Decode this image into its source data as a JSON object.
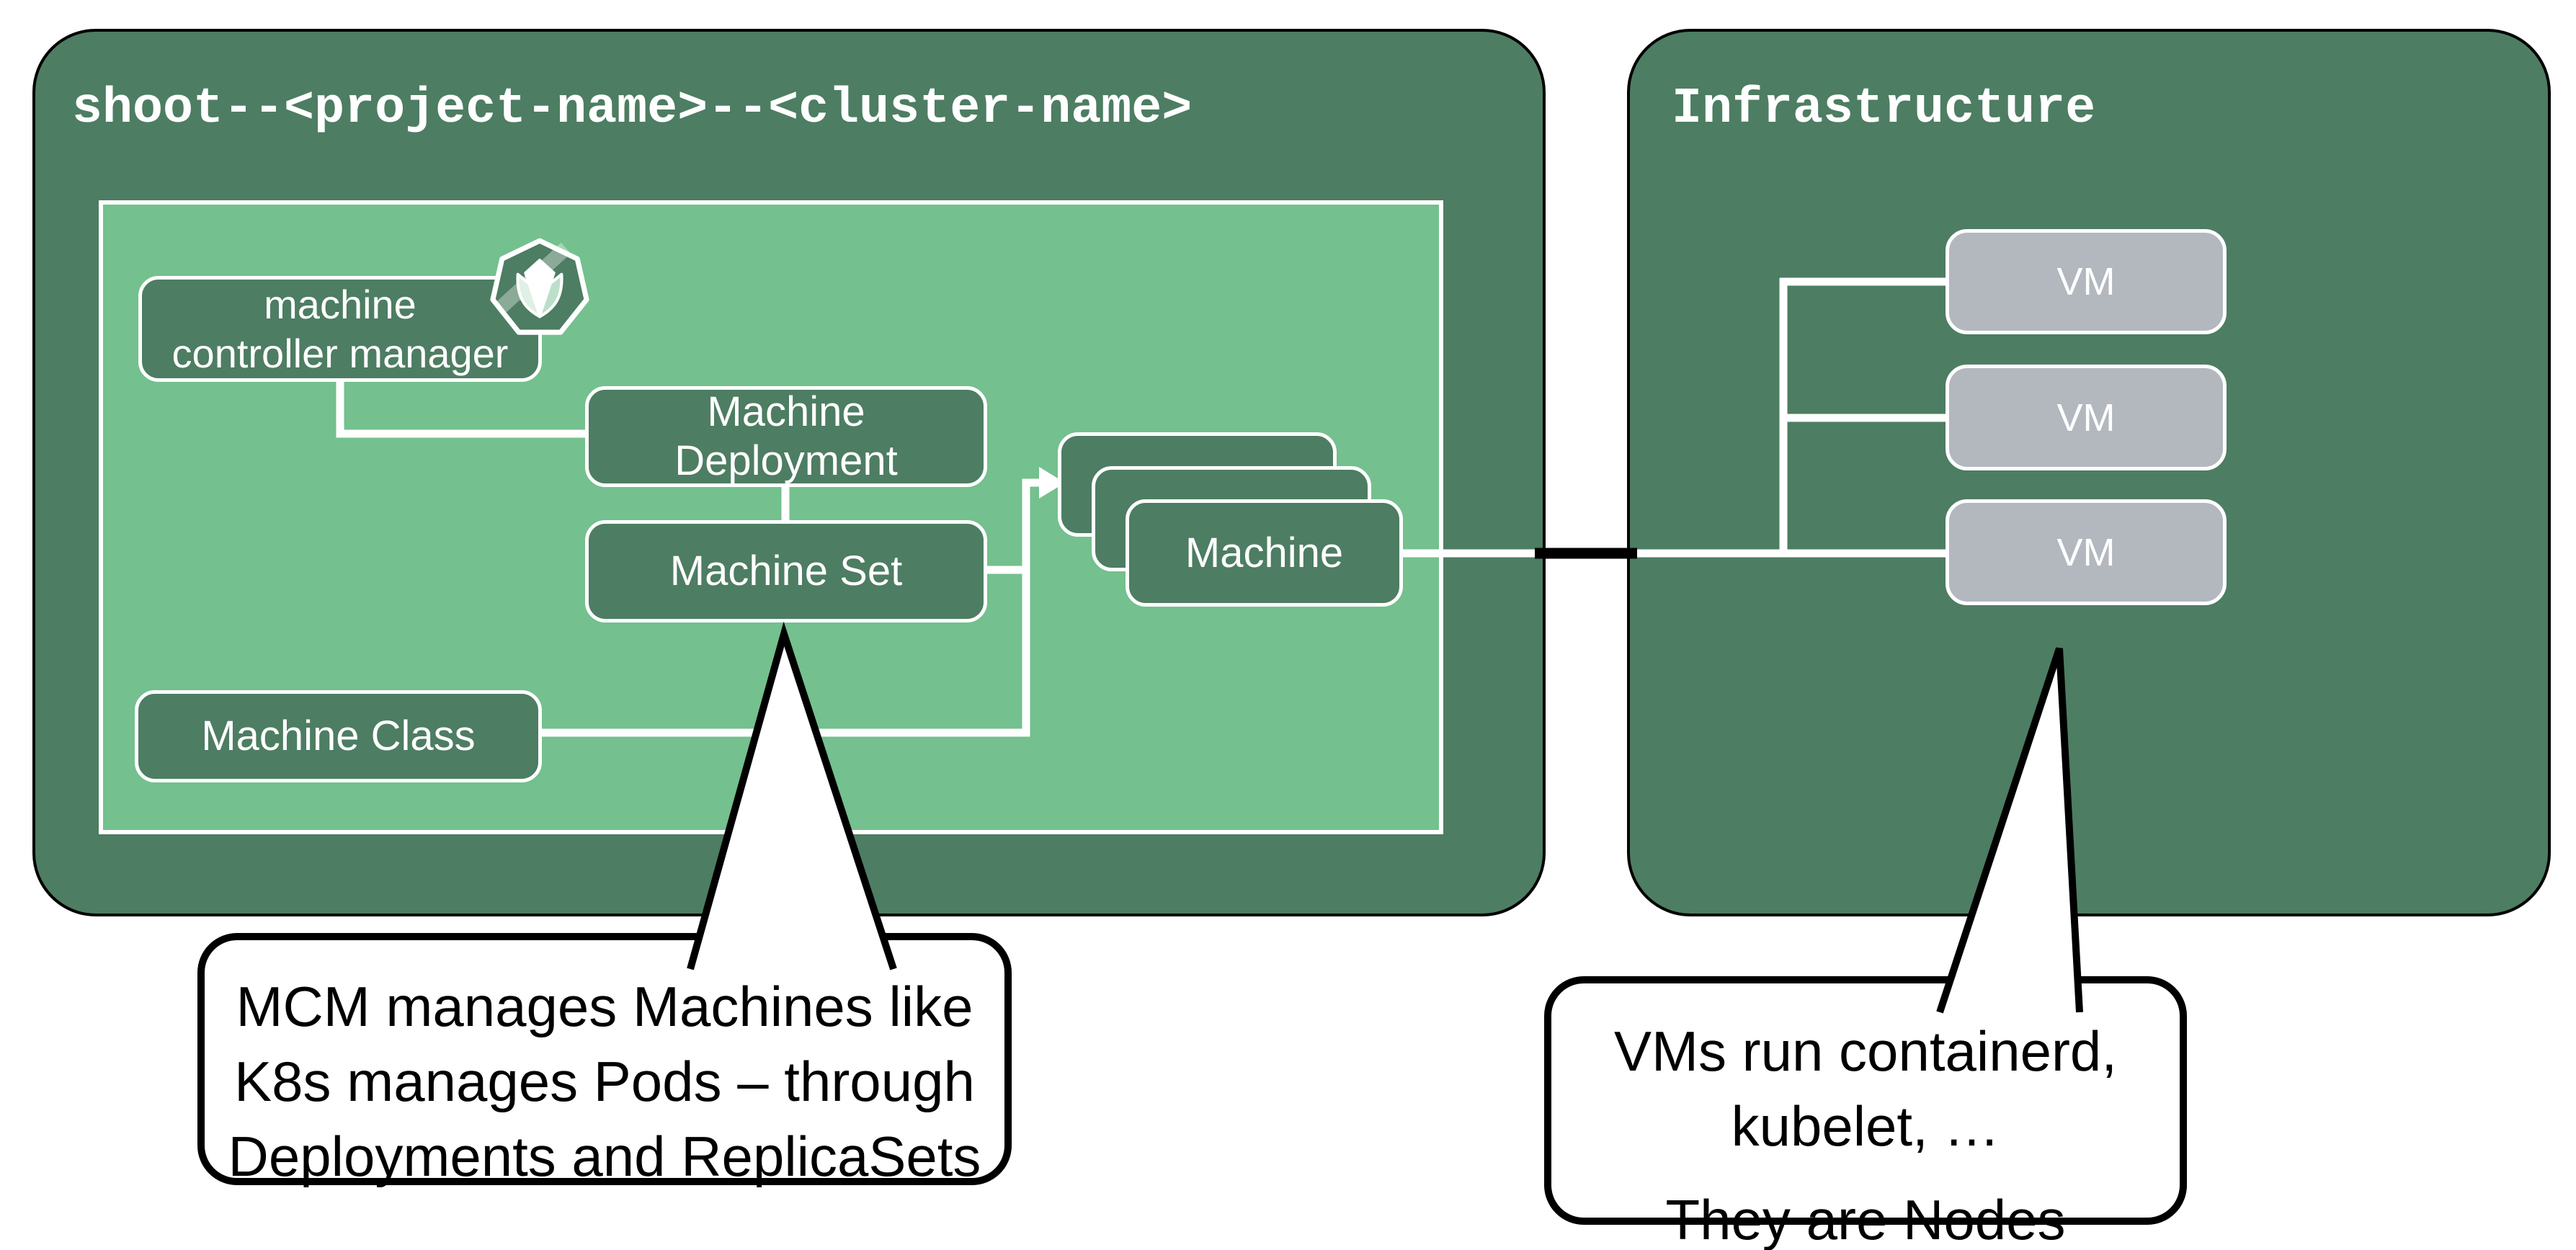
{
  "colors": {
    "panel-green": "#4d7d62",
    "inner-green": "#74c08e",
    "node-green": "#4d7d62",
    "vm-gray": "#b3b8bf",
    "line-white": "#ffffff",
    "line-black": "#000000",
    "callout-bg": "#ffffff",
    "callout-border": "#000000",
    "text-white": "#ffffff",
    "text-black": "#000000"
  },
  "shoot_panel": {
    "title": "shoot--<project-name>--<cluster-name>",
    "mcm": {
      "line1": "machine",
      "line2": "controller manager"
    },
    "machine_deployment": {
      "line1": "Machine",
      "line2": "Deployment"
    },
    "machine_set": {
      "label": "Machine Set"
    },
    "machine_class": {
      "label": "Machine Class"
    },
    "machine": {
      "label": "Machine"
    }
  },
  "infrastructure_panel": {
    "title": "Infrastructure",
    "vms": [
      {
        "label": "VM"
      },
      {
        "label": "VM"
      },
      {
        "label": "VM"
      }
    ]
  },
  "callouts": {
    "mcm_note": {
      "lines": [
        "MCM manages Machines like",
        "K8s manages Pods – through",
        "Deployments and ReplicaSets"
      ]
    },
    "vm_note": {
      "lines": [
        "VMs run containerd,",
        "kubelet, …"
      ],
      "footer": "They are Nodes"
    }
  },
  "icon": {
    "name": "gardener-logo"
  }
}
